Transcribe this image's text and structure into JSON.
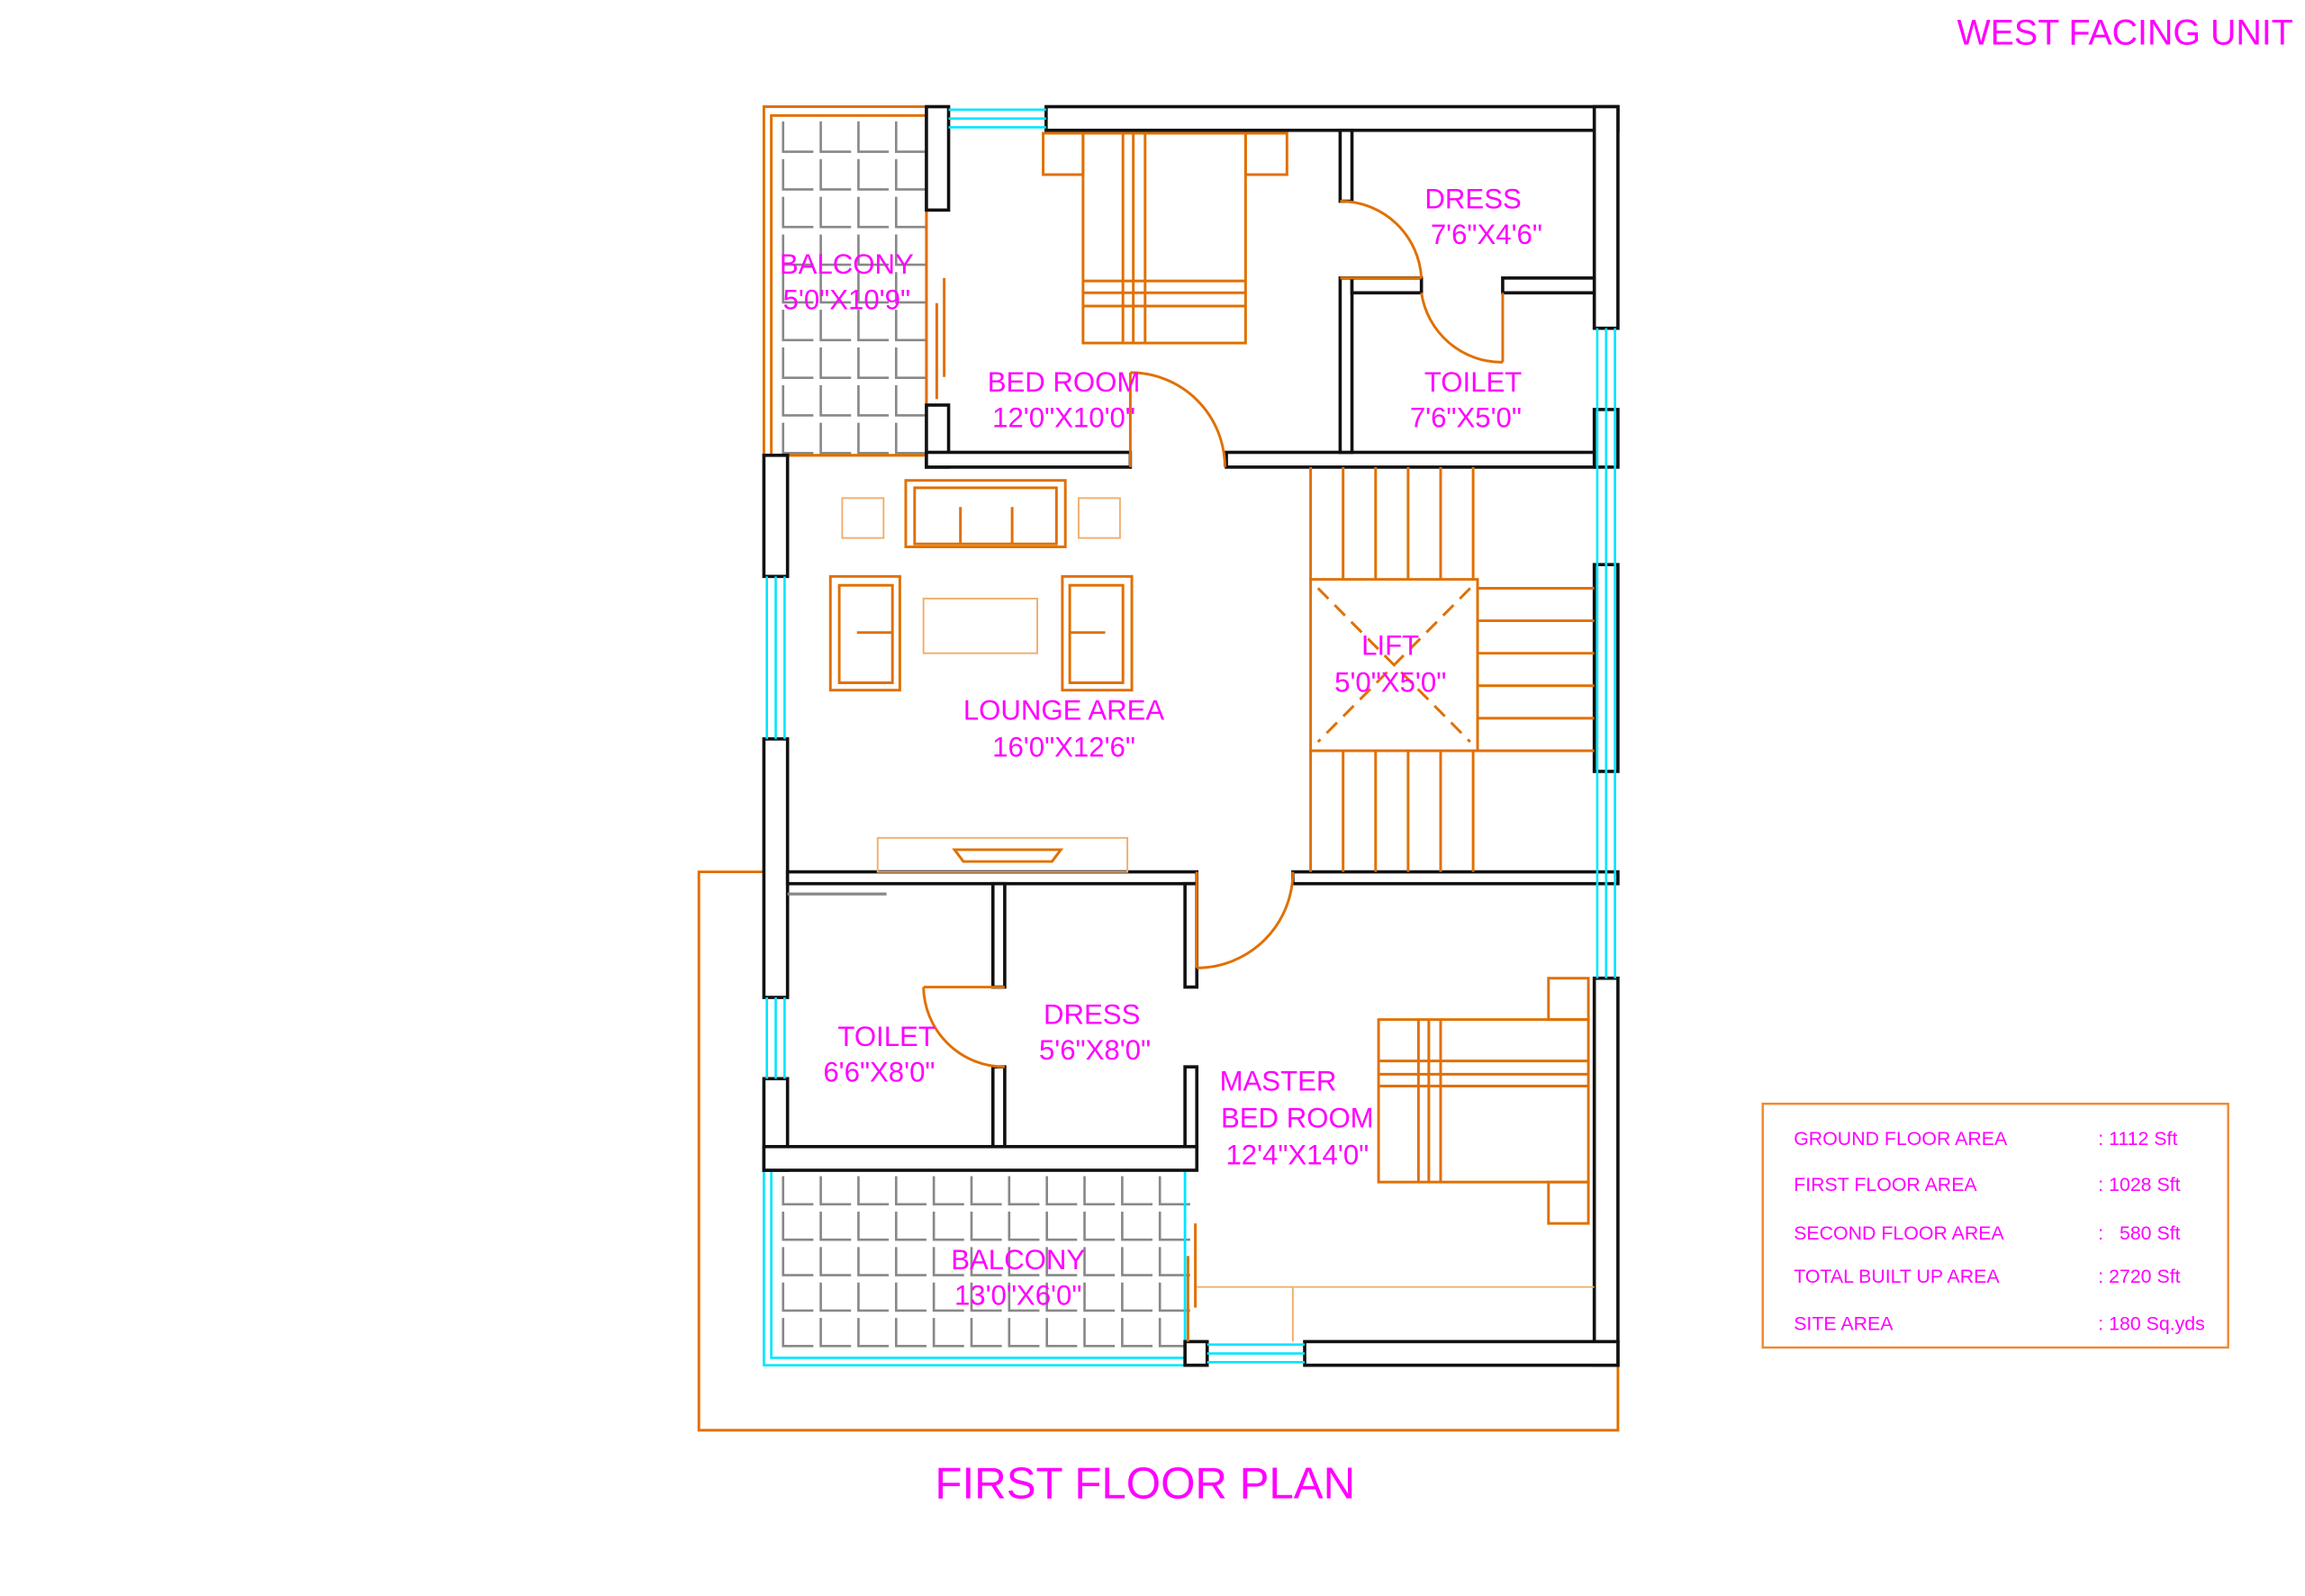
{
  "header": {
    "title": "WEST FACING UNIT"
  },
  "plan_title": "FIRST FLOOR PLAN",
  "rooms": [
    {
      "name": "BALCONY",
      "size": "5'0\"X10'9\""
    },
    {
      "name": "BED ROOM",
      "size": "12'0\"X10'0\""
    },
    {
      "name": "DRESS",
      "size": "7'6\"X4'6\""
    },
    {
      "name": "TOILET",
      "size": "7'6\"X5'0\""
    },
    {
      "name": "LOUNGE AREA",
      "size": "16'0\"X12'6\""
    },
    {
      "name": "LIFT",
      "size": "5'0\"X5'0\""
    },
    {
      "name": "TOILET",
      "size": "6'6\"X8'0\""
    },
    {
      "name": "DRESS",
      "size": "5'6\"X8'0\""
    },
    {
      "name": "MASTER",
      "name2": "BED ROOM",
      "size": "12'4\"X14'0\""
    },
    {
      "name": "BALCONY",
      "size": "13'0\"X6'0\""
    }
  ],
  "area_table": [
    {
      "label": "GROUND FLOOR AREA",
      "value": ": 1112 Sft"
    },
    {
      "label": "FIRST FLOOR AREA",
      "value": ": 1028 Sft"
    },
    {
      "label": "SECOND FLOOR AREA",
      "value": ":   580 Sft"
    },
    {
      "label": "TOTAL BUILT UP AREA",
      "value": ": 2720 Sft"
    },
    {
      "label": "SITE AREA",
      "value": ": 180 Sq.yds"
    }
  ],
  "colors": {
    "text": "#ff00ff",
    "furniture": "#e07000",
    "window": "#00e5ff",
    "wall": "#111111"
  }
}
